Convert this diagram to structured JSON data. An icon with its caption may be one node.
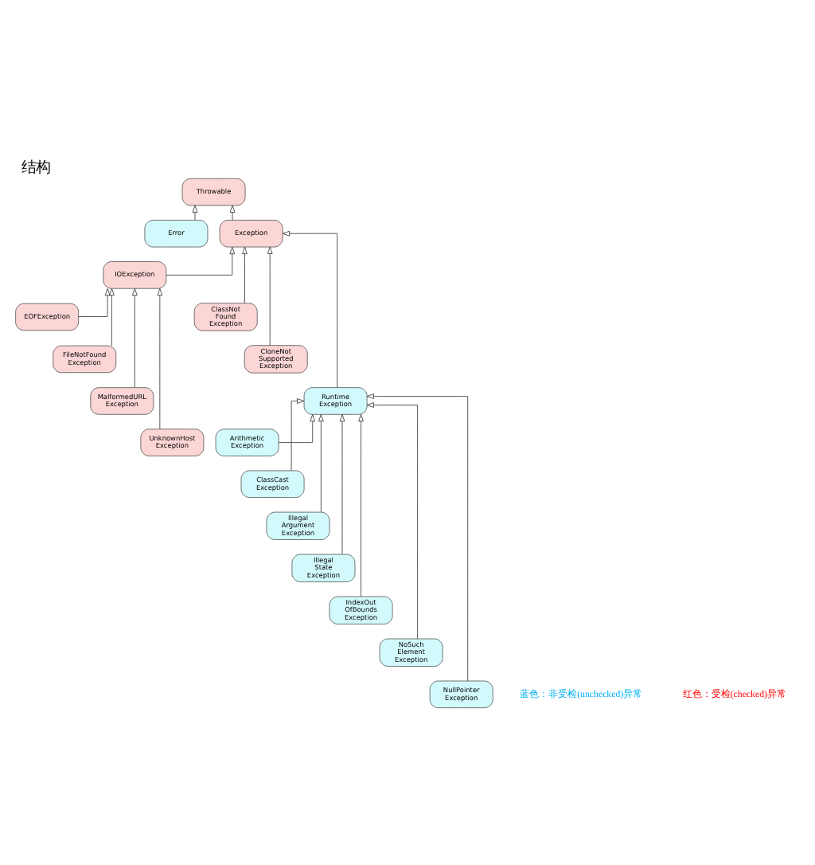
{
  "diagram": {
    "title": "结构",
    "nodes": [
      {
        "text": [
          "Throwable"
        ]
      },
      {
        "text": [
          "Error"
        ]
      },
      {
        "text": [
          "Exception"
        ]
      },
      {
        "text": [
          "IOException"
        ]
      },
      {
        "text": [
          "ClassNot Found Exception"
        ]
      },
      {
        "text": [
          "CloneNot Supported Exception"
        ]
      },
      {
        "text": [
          "Runtime Exception"
        ]
      },
      {
        "text": [
          "EOFException"
        ]
      },
      {
        "text": [
          "FileNotFound Exception"
        ]
      },
      {
        "text": [
          "MalformedURL Exception"
        ]
      },
      {
        "text": [
          "UnknownHost Exception"
        ]
      },
      {
        "text": [
          "Arithmetic Exception"
        ]
      },
      {
        "text": [
          "ClassCast Exception"
        ]
      },
      {
        "text": [
          "Illegal Argument Exception"
        ]
      },
      {
        "text": [
          "Illegal State Exception"
        ]
      },
      {
        "text": [
          "IndexOut OfBounds Exception"
        ]
      },
      {
        "text": [
          "NoSuch Element Exception"
        ]
      },
      {
        "text": [
          "NullPointer Exception"
        ]
      }
    ],
    "edges": [
      {
        "from": 1,
        "to": 0,
        "arrow": "to"
      },
      {
        "from": 2,
        "to": 0,
        "arrow": "to"
      },
      {
        "from": 3,
        "to": 2,
        "arrow": "to"
      },
      {
        "from": 4,
        "to": 2,
        "arrow": "to"
      },
      {
        "from": 5,
        "to": 2,
        "arrow": "to"
      },
      {
        "from": 6,
        "to": 2,
        "arrow": "to"
      },
      {
        "from": 7,
        "to": 3,
        "arrow": "to"
      },
      {
        "from": 8,
        "to": 3,
        "arrow": "to"
      },
      {
        "from": 9,
        "to": 3,
        "arrow": "to"
      },
      {
        "from": 10,
        "to": 3,
        "arrow": "to"
      },
      {
        "from": 11,
        "to": 6,
        "arrow": "to"
      },
      {
        "from": 12,
        "to": 6,
        "arrow": "to"
      },
      {
        "from": 13,
        "to": 6,
        "arrow": "to"
      },
      {
        "from": 14,
        "to": 6,
        "arrow": "to"
      },
      {
        "from": 15,
        "to": 6,
        "arrow": "to"
      },
      {
        "from": 16,
        "to": 6,
        "arrow": "to"
      },
      {
        "from": 17,
        "to": 6,
        "arrow": "to"
      }
    ],
    "legend": [
      {
        "text": "蓝色：非受检(unchecked)异常",
        "color": "#00b0f0"
      },
      {
        "text": "红色：受检(checked)异常",
        "color": "#ff0000"
      }
    ]
  }
}
